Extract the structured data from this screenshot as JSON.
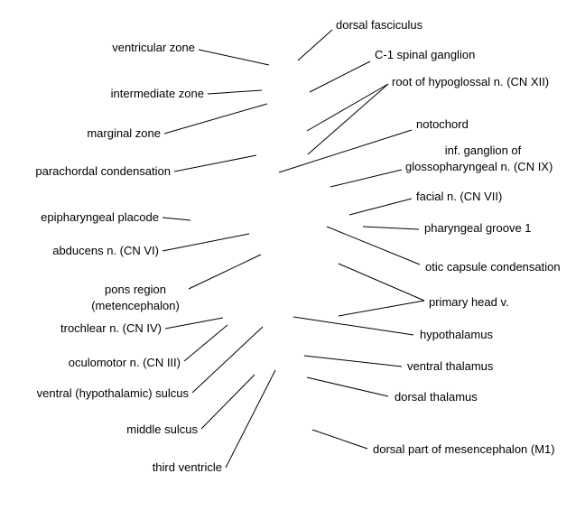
{
  "labels": {
    "dorsal_fasciculus": "dorsal fasciculus",
    "c1_spinal_ganglion": "C-1 spinal ganglion",
    "root_hypoglossal": "root of hypoglossal n. (CN XII)",
    "notochord": "notochord",
    "inf_ganglion_line1": "inf. ganglion of",
    "inf_ganglion_line2": "glossopharyngeal n. (CN IX)",
    "facial_n": "facial n. (CN VII)",
    "pharyngeal_groove": "pharyngeal groove 1",
    "otic_capsule": "otic capsule condensation",
    "primary_head_v": "primary head v.",
    "hypothalamus": "hypothalamus",
    "ventral_thalamus": "ventral thalamus",
    "dorsal_thalamus": "dorsal thalamus",
    "dorsal_mesencephalon": "dorsal part of mesencephalon (M1)",
    "ventricular_zone": "ventricular zone",
    "intermediate_zone": "intermediate zone",
    "marginal_zone": "marginal zone",
    "parachordal": "parachordal condensation",
    "epipharyngeal": "epipharyngeal placode",
    "abducens": "abducens n. (CN VI)",
    "pons_line1": "pons region",
    "pons_line2": "(metencephalon)",
    "trochlear": "trochlear n. (CN IV)",
    "oculomotor": "oculomotor n. (CN III)",
    "ventral_sulcus": "ventral (hypothalamic) sulcus",
    "middle_sulcus": "middle sulcus",
    "third_ventricle": "third ventricle"
  }
}
